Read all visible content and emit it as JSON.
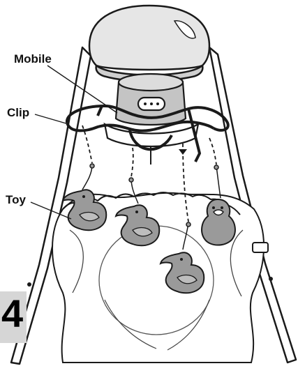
{
  "labels": {
    "mobile": "Mobile",
    "clip": "Clip",
    "toy": "Toy"
  },
  "step_number": "4",
  "colors": {
    "line": "#1a1a1a",
    "toy_fill": "#9a9a9a",
    "hub_fill": "#c4c4c4",
    "canopy_fill": "#e6e6e6",
    "step_box": "#d6d6d6"
  }
}
